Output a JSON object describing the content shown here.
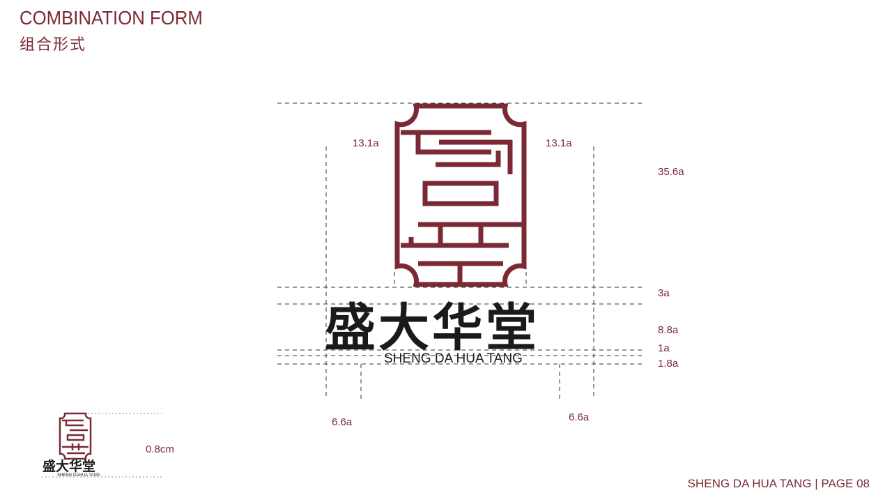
{
  "header": {
    "title_en": "COMBINATION FORM",
    "title_cn": "组合形式"
  },
  "brand": {
    "name_cn": "盛大华堂",
    "name_en": "SHENG DA HUA TANG",
    "name_en_small": "SHENG DAHUA TANG",
    "color": "#7b2a35",
    "text_color": "#1a1a1a"
  },
  "dimensions": {
    "left_width": "13.1a",
    "right_width": "13.1a",
    "total_height": "35.6a",
    "gap": "3a",
    "wordmark_height": "8.8a",
    "spacing": "1a",
    "en_height": "1.8a",
    "left_margin": "6.6a",
    "right_margin": "6.6a",
    "min_size": "0.8cm"
  },
  "footer": {
    "text": "SHENG DA HUA TANG | PAGE 08"
  }
}
